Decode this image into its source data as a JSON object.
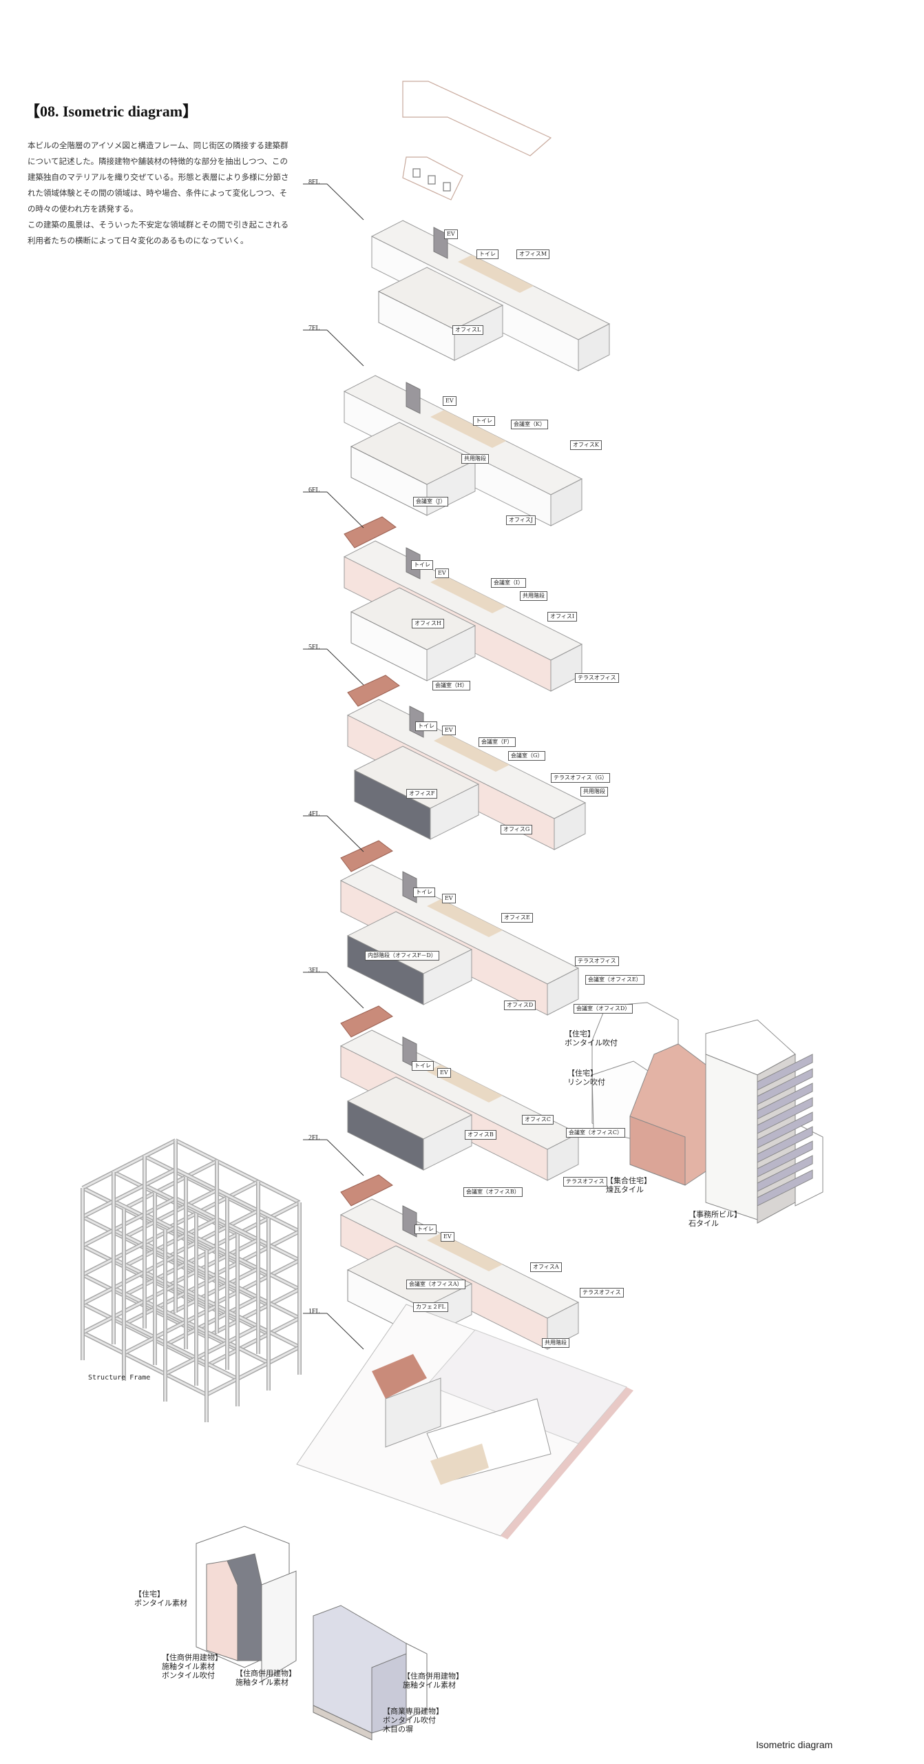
{
  "title": "【08. Isometric diagram】",
  "description": [
    "本ビルの全階層のアイソメ図と構造フレーム、同じ街区の隣接する建築群について記述した。隣接建物や舗装材の特徴的な部分を抽出しつつ、この建築独自のマテリアルを織り交ぜている。形態と表層により多様に分節された領域体験とその間の領域は、時や場合、条件によって変化しつつ、その時々の使われ方を誘発する。",
    "この建築の風景は、そういった不安定な領域群とその間で引き起こされる利用者たちの横断によって日々変化のあるものになっていく。"
  ],
  "floors": [
    {
      "label": "8FL",
      "rooms": [
        "EV",
        "トイレ",
        "オフィスM",
        "オフィスL"
      ]
    },
    {
      "label": "7FL",
      "rooms": [
        "EV",
        "トイレ",
        "会議室（K）",
        "オフィスK",
        "共用階段",
        "会議室（J）",
        "オフィスJ"
      ]
    },
    {
      "label": "6FL",
      "rooms": [
        "トイレ",
        "EV",
        "会議室（I）",
        "共用階段",
        "オフィスI",
        "オフィスH",
        "テラスオフィス",
        "会議室（H）"
      ]
    },
    {
      "label": "5FL",
      "rooms": [
        "トイレ",
        "EV",
        "会議室（F）",
        "会議室（G）",
        "テラスオフィス（G）",
        "共用階段",
        "オフィスF",
        "オフィスG"
      ]
    },
    {
      "label": "4FL",
      "rooms": [
        "トイレ",
        "EV",
        "オフィスE",
        "内部階段（オフィスF－D）",
        "テラスオフィス",
        "会議室（オフィスE）",
        "オフィスD",
        "会議室（オフィスD）"
      ]
    },
    {
      "label": "3FL",
      "rooms": [
        "トイレ",
        "EV",
        "オフィスC",
        "オフィスB",
        "会議室（オフィスC）",
        "テラスオフィス",
        "会議室（オフィスB）"
      ]
    },
    {
      "label": "2FL",
      "rooms": [
        "トイレ",
        "EV",
        "オフィスA",
        "会議室（オフィスA）",
        "テラスオフィス",
        "カフェ２FL",
        "共用階段"
      ]
    },
    {
      "label": "1FL",
      "rooms": []
    }
  ],
  "neighbors": [
    "【住宅】\nボンタイル吹付",
    "【住宅】\nリシン吹付",
    "【集合住宅】\n煉瓦タイル",
    "【事務所ビル】\n石タイル",
    "【住宅】\nボンタイル素材",
    "【住商併用建物】\n施釉タイル素材\nボンタイル吹付",
    "【住商併用建物】\n施釉タイル素材",
    "【住商併用建物】\n施釉タイル素材",
    "【商業専用建物】\nボンタイル吹付\n木目の塀"
  ],
  "structure_label": "Structure Frame",
  "caption": "Isometric diagram",
  "colors": {
    "brick": "#c98b7a",
    "pink": "#f3dcd6",
    "gray_wall": "#6d6f78",
    "floor": "#e9d9c4",
    "purple": "#b9b6c8"
  }
}
